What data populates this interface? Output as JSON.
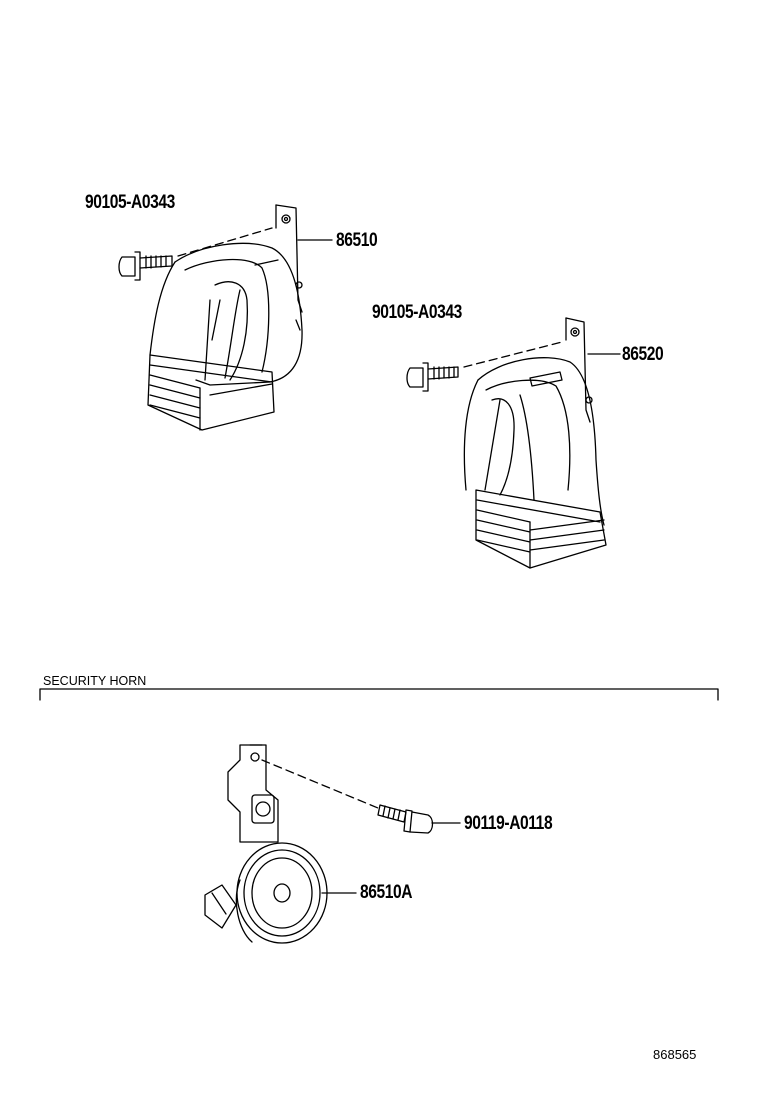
{
  "labels": {
    "bolt_a": "90105-A0343",
    "horn_high": "86510",
    "bolt_b": "90105-A0343",
    "horn_low": "86520",
    "section_title": "SECURITY HORN",
    "bolt_c": "90119-A0118",
    "security_horn": "86510A",
    "figure_number": "868565"
  }
}
